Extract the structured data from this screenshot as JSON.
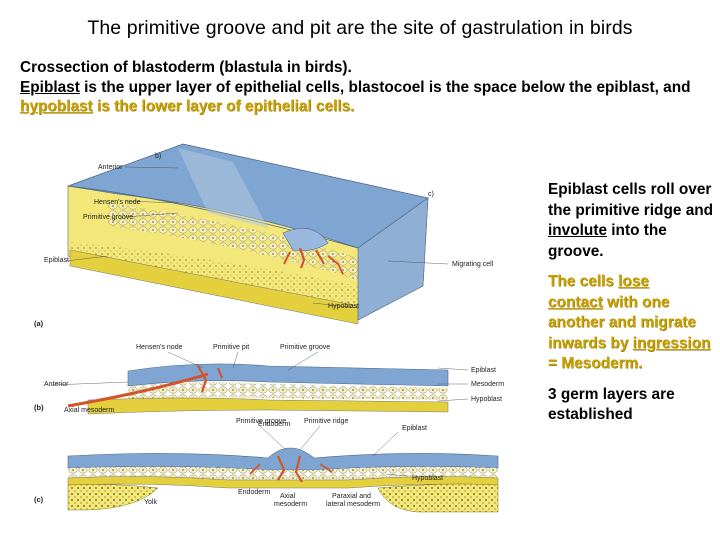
{
  "title": "The primitive groove and pit are the site of gastrulation in birds",
  "intro": {
    "line1": "Crossection of blastoderm (blastula in birds).",
    "epiblast": "Epiblast",
    "part2": " is the upper layer of epithelial cells, blastocoel is the space below the epiblast, and ",
    "hypoblast": "hypoblast",
    "part3": " is the lower layer of epithelial cells."
  },
  "side": {
    "p1_pre": "Epiblast cells roll over the primitive ridge and ",
    "involute": "involute",
    "p1_post": " into the groove.",
    "p2_pre": "The cells ",
    "lose": "lose",
    "contact": "contact",
    "p2_mid": " with one another and migrate inwards by ",
    "ingression": "ingression",
    "p2_post": " = Mesoderm.",
    "p3": "3 germ layers are established"
  },
  "figure": {
    "panel_a": {
      "letter": "(a)",
      "sub_b": "b)",
      "sub_c": "c)",
      "anterior": "Anterior",
      "hensens_node": "Hensen's node",
      "primitive_groove": "Primitive groove",
      "epiblast": "Epiblast",
      "migrating_cell": "Migrating cell",
      "hypoblast": "Hypoblast"
    },
    "panel_b": {
      "letter": "(b)",
      "anterior": "Anterior",
      "hensens_node": "Hensen's node",
      "primitive_pit": "Primitive pit",
      "primitive_groove": "Primitive groove",
      "epiblast": "Epiblast",
      "mesoderm": "Mesoderm",
      "hypoblast": "Hypoblast",
      "endoderm": "Endoderm",
      "axial_mesoderm": "Axial mesoderm"
    },
    "panel_c": {
      "letter": "(c)",
      "primitive_groove": "Primitive groove",
      "primitive_ridge": "Primitive ridge",
      "epiblast": "Epiblast",
      "hypoblast": "Hypoblast",
      "yolk": "Yolk",
      "endoderm": "Endoderm",
      "axial_mesoderm_1": "Axial",
      "axial_mesoderm_2": "mesoderm",
      "paraxial_1": "Paraxial and",
      "paraxial_2": "lateral mesoderm"
    }
  },
  "colors": {
    "epiblast_blue": "#7fa6d2",
    "yolk_yellow": "#f3e77a",
    "hypoblast_yellow": "#e3d03c",
    "migrating_red": "#d2542c",
    "accent_gold": "#c8a000"
  }
}
